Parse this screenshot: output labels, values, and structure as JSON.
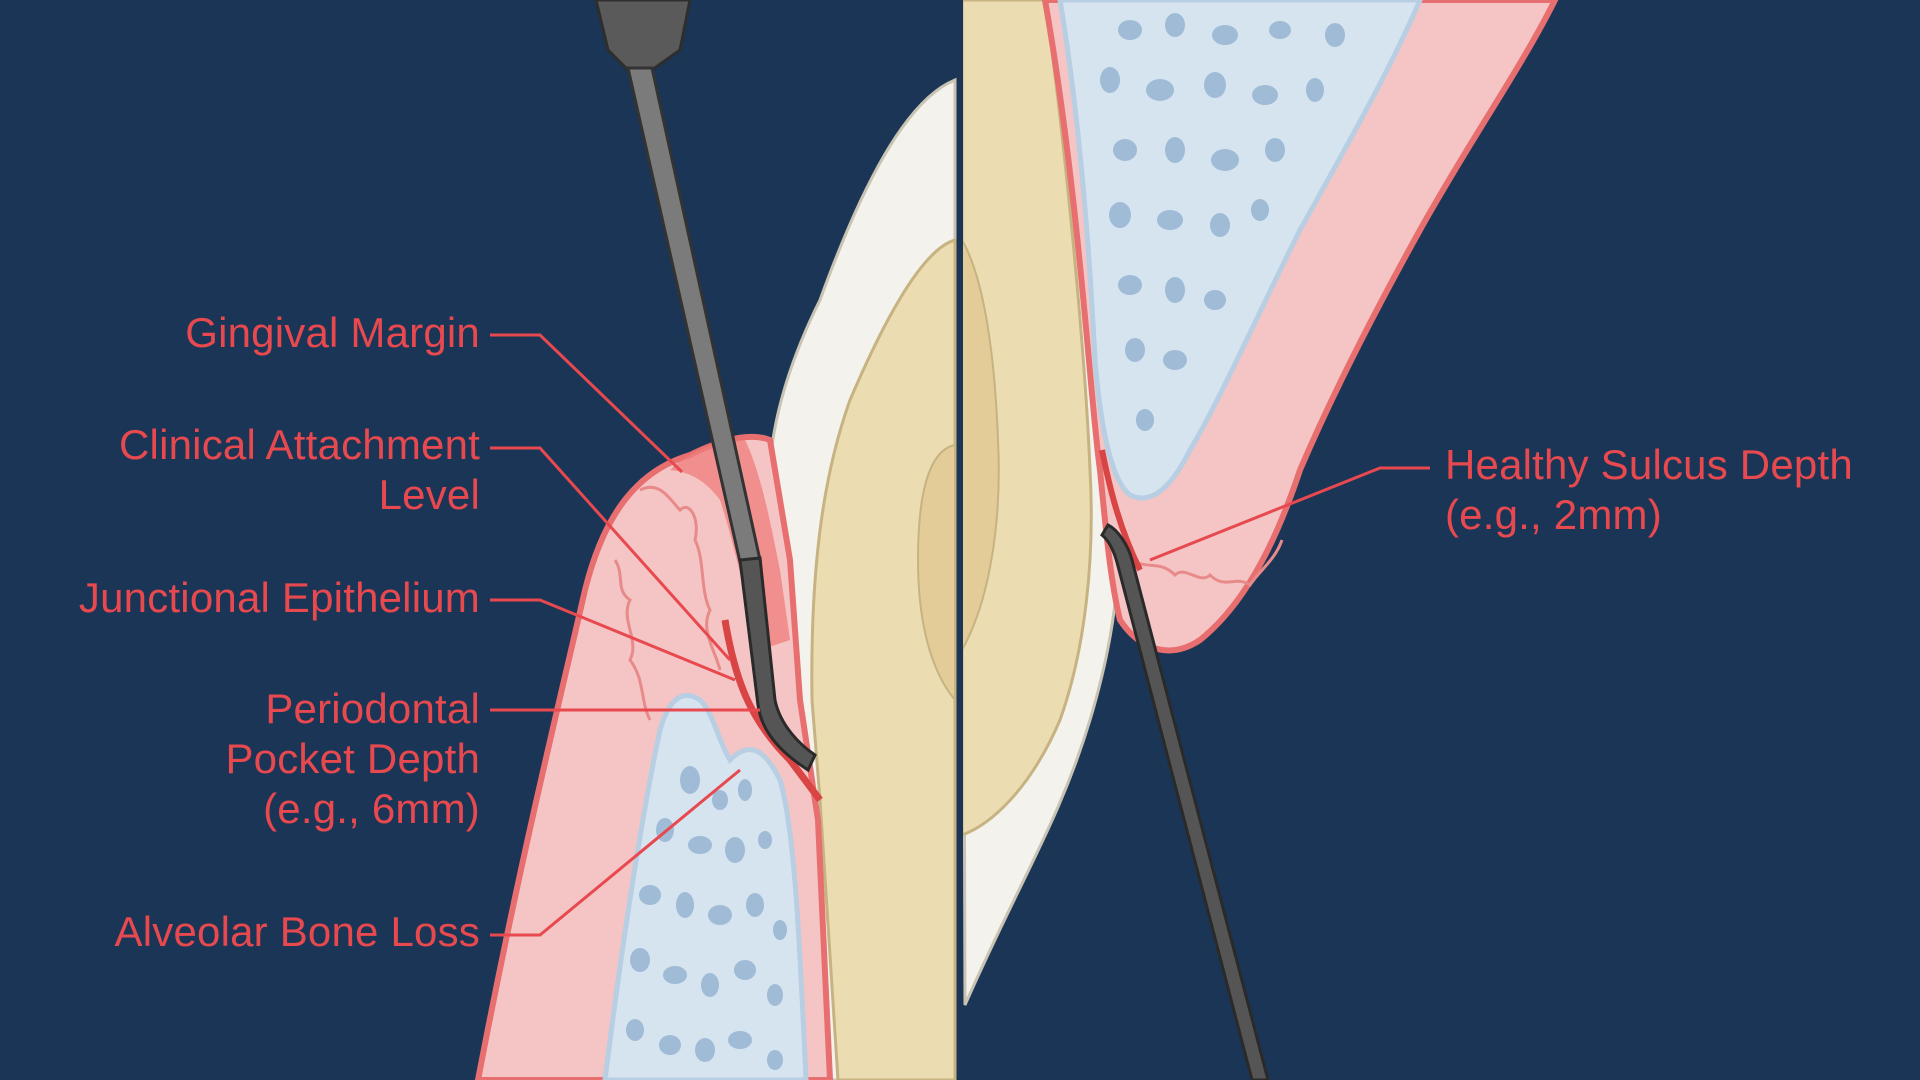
{
  "labels": {
    "gingival_margin": "Gingival Margin",
    "clinical_attachment_level": "Clinical Attachment\nLevel",
    "junctional_epithelium": "Junctional Epithelium",
    "periodontal_pocket_depth": "Periodontal\nPocket Depth\n(e.g., 6mm)",
    "alveolar_bone_loss": "Alveolar Bone Loss",
    "healthy_sulcus_depth": "Healthy Sulcus Depth\n(e.g., 2mm)"
  },
  "colors": {
    "background": "#1b3556",
    "label_red": "#e8494f",
    "gum_fill": "#f4c5c4",
    "gum_edge": "#e86f6f",
    "inflamed": "#e85959",
    "bone_fill": "#d6e4f0",
    "bone_edge": "#b8cee2",
    "trabecula": "#9fbbd6",
    "enamel": "#f4f2ec",
    "dentin": "#ecdcb2",
    "pulp": "#e3cc97",
    "probe_metal": "#6e6e6e",
    "probe_dark": "#3a3a3a"
  }
}
